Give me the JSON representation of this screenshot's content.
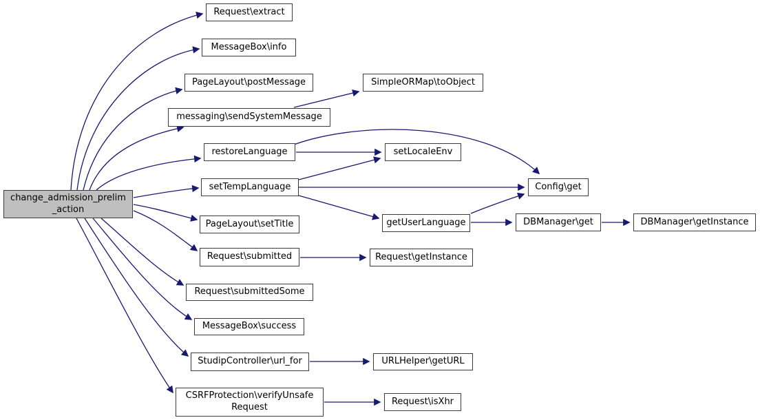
{
  "diagram": {
    "type": "doxygen-call-graph",
    "colors": {
      "background": "#ffffff",
      "edge": "#191970",
      "node_border": "#3a3a3a",
      "node_fill": "#ffffff",
      "highlight_node_fill": "#bfbfbf",
      "text": "#000000"
    },
    "nodes": [
      {
        "id": "main",
        "label": "change_admission_prelim\n_action",
        "highlighted": true
      },
      {
        "id": "request_extract",
        "label": "Request\\extract"
      },
      {
        "id": "messagebox_info",
        "label": "MessageBox\\info"
      },
      {
        "id": "pagelayout_postmessage",
        "label": "PageLayout\\postMessage"
      },
      {
        "id": "messaging_sendsystemmessage",
        "label": "messaging\\sendSystemMessage"
      },
      {
        "id": "simpleormap_toobject",
        "label": "SimpleORMap\\toObject"
      },
      {
        "id": "restorelanguage",
        "label": "restoreLanguage"
      },
      {
        "id": "setlocaleenv",
        "label": "setLocaleEnv"
      },
      {
        "id": "settemplanguage",
        "label": "setTempLanguage"
      },
      {
        "id": "config_get",
        "label": "Config\\get"
      },
      {
        "id": "pagelayout_settitle",
        "label": "PageLayout\\setTitle"
      },
      {
        "id": "getuserlanguage",
        "label": "getUserLanguage"
      },
      {
        "id": "dbmanager_get",
        "label": "DBManager\\get"
      },
      {
        "id": "dbmanager_getinstance",
        "label": "DBManager\\getInstance"
      },
      {
        "id": "request_submitted",
        "label": "Request\\submitted"
      },
      {
        "id": "request_getinstance",
        "label": "Request\\getInstance"
      },
      {
        "id": "request_submittedsome",
        "label": "Request\\submittedSome"
      },
      {
        "id": "messagebox_success",
        "label": "MessageBox\\success"
      },
      {
        "id": "studipcontroller_url_for",
        "label": "StudipController\\url_for"
      },
      {
        "id": "urlhelper_geturl",
        "label": "URLHelper\\getURL"
      },
      {
        "id": "csrfprotection_verifyunsaferequest",
        "label": "CSRFProtection\\verifyUnsafe\nRequest"
      },
      {
        "id": "request_isxhr",
        "label": "Request\\isXhr"
      }
    ],
    "edges": [
      {
        "from": "main",
        "to": "request_extract"
      },
      {
        "from": "main",
        "to": "messagebox_info"
      },
      {
        "from": "main",
        "to": "pagelayout_postmessage"
      },
      {
        "from": "main",
        "to": "messaging_sendsystemmessage"
      },
      {
        "from": "main",
        "to": "restorelanguage"
      },
      {
        "from": "main",
        "to": "settemplanguage"
      },
      {
        "from": "main",
        "to": "pagelayout_settitle"
      },
      {
        "from": "main",
        "to": "request_submitted"
      },
      {
        "from": "main",
        "to": "request_submittedsome"
      },
      {
        "from": "main",
        "to": "messagebox_success"
      },
      {
        "from": "main",
        "to": "studipcontroller_url_for"
      },
      {
        "from": "main",
        "to": "csrfprotection_verifyunsaferequest"
      },
      {
        "from": "messaging_sendsystemmessage",
        "to": "simpleormap_toobject"
      },
      {
        "from": "restorelanguage",
        "to": "setlocaleenv"
      },
      {
        "from": "restorelanguage",
        "to": "config_get"
      },
      {
        "from": "settemplanguage",
        "to": "setlocaleenv"
      },
      {
        "from": "settemplanguage",
        "to": "config_get"
      },
      {
        "from": "settemplanguage",
        "to": "getuserlanguage"
      },
      {
        "from": "getuserlanguage",
        "to": "config_get"
      },
      {
        "from": "getuserlanguage",
        "to": "dbmanager_get"
      },
      {
        "from": "dbmanager_get",
        "to": "dbmanager_getinstance"
      },
      {
        "from": "request_submitted",
        "to": "request_getinstance"
      },
      {
        "from": "studipcontroller_url_for",
        "to": "urlhelper_geturl"
      },
      {
        "from": "csrfprotection_verifyunsaferequest",
        "to": "request_isxhr"
      }
    ]
  }
}
